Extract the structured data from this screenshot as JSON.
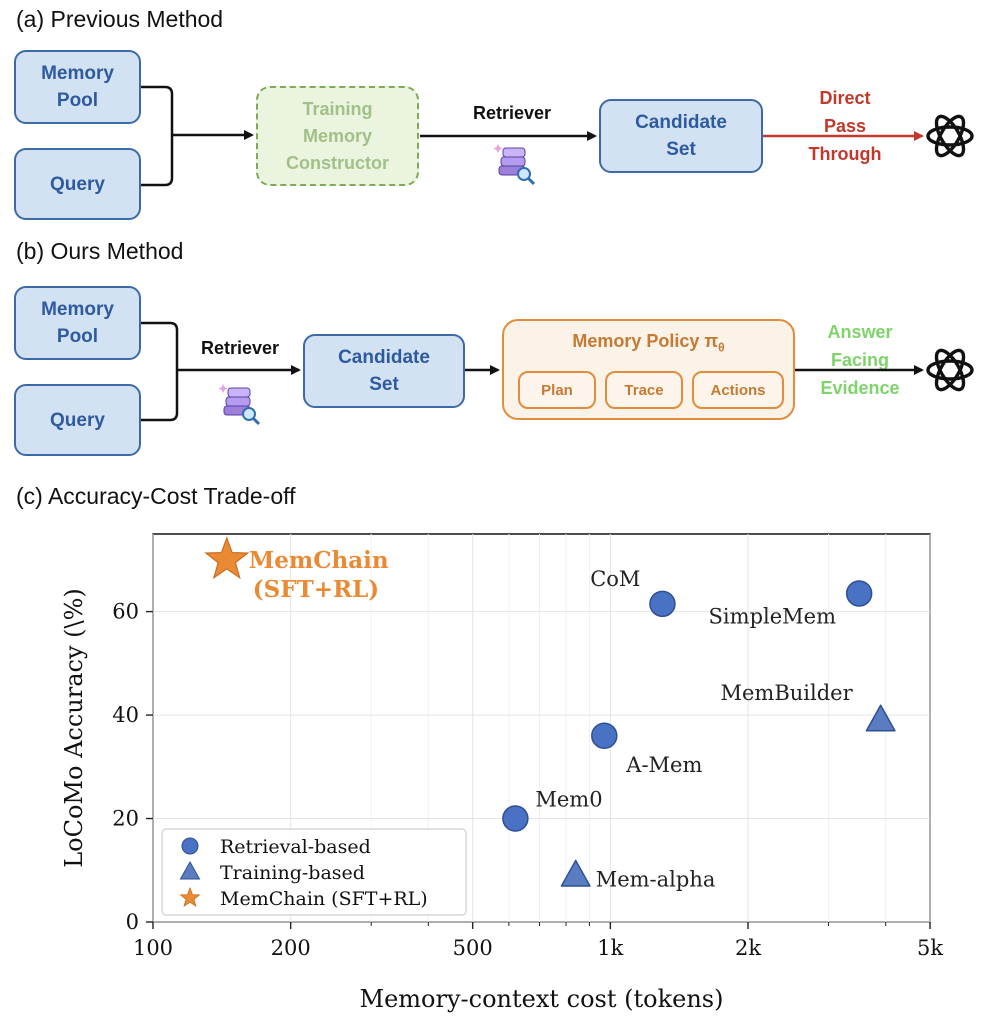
{
  "panel_a": {
    "title": "(a) Previous Method",
    "memory_pool": "Memory\nPool",
    "query": "Query",
    "constructor": "Training\nMemory\nConstructor",
    "retriever": "Retriever",
    "candidate_set": "Candidate\nSet",
    "direct_pass": "Direct\nPass\nThrough"
  },
  "panel_b": {
    "title": "(b) Ours Method",
    "memory_pool": "Memory\nPool",
    "query": "Query",
    "retriever": "Retriever",
    "candidate_set": "Candidate\nSet",
    "policy_title": "Memory Policy π",
    "policy_subscript": "θ",
    "plan": "Plan",
    "trace": "Trace",
    "actions": "Actions",
    "answer": "Answer\nFacing\nEvidence"
  },
  "panel_c": {
    "title": "(c) Accuracy-Cost Trade-off"
  },
  "colors": {
    "blue_fill": "#d3e2f3",
    "blue_edge": "#3d6aa6",
    "green_fill": "#eaf4df",
    "orange": "#e18d3c",
    "red_text": "#c0392b",
    "green_text": "#7fd36b",
    "marker_blue": "#4a72c4"
  },
  "chart_data": {
    "type": "scatter",
    "xlabel": "Memory-context cost (tokens)",
    "ylabel": "LoCoMo Accuracy (\\%)",
    "x_scale": "log",
    "xlim": [
      100,
      5000
    ],
    "ylim": [
      0,
      75
    ],
    "x_ticks": [
      100,
      200,
      500,
      1000,
      2000,
      5000
    ],
    "x_tick_labels": [
      "100",
      "200",
      "500",
      "1k",
      "2k",
      "5k"
    ],
    "y_ticks": [
      0,
      20,
      40,
      60
    ],
    "y_tick_labels": [
      "0",
      "20",
      "40",
      "60"
    ],
    "grid": true,
    "legend_placement": "lower-left",
    "legend": [
      "Retrieval-based",
      "Training-based",
      "MemChain (SFT+RL)"
    ],
    "series": [
      {
        "name": "Retrieval-based",
        "marker": "circle",
        "color": "#4a72c4",
        "points": [
          {
            "label": "Mem0",
            "x": 620,
            "y": 20
          },
          {
            "label": "A-Mem",
            "x": 970,
            "y": 36
          },
          {
            "label": "CoM",
            "x": 1300,
            "y": 61.5
          },
          {
            "label": "SimpleMem",
            "x": 3500,
            "y": 63.5
          }
        ]
      },
      {
        "name": "Training-based",
        "marker": "triangle",
        "color": "#5a7cc0",
        "points": [
          {
            "label": "Mem-alpha",
            "x": 840,
            "y": 9
          },
          {
            "label": "MemBuilder",
            "x": 3900,
            "y": 39
          }
        ]
      },
      {
        "name": "MemChain (SFT+RL)",
        "marker": "star",
        "color": "#ea8a34",
        "points": [
          {
            "label": "MemChain\n(SFT+RL)",
            "x": 145,
            "y": 70
          }
        ]
      }
    ]
  }
}
